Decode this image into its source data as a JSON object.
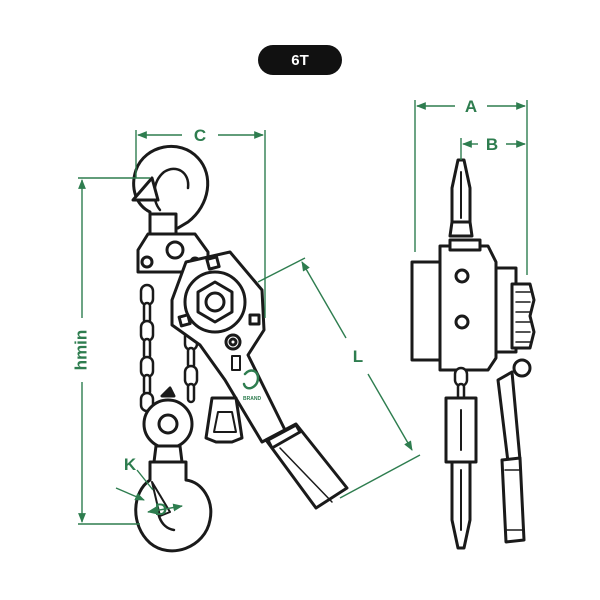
{
  "capacity_label": "6T",
  "colors": {
    "dimension": "#2e7d4f",
    "outline": "#1a1a1a",
    "badge_bg": "#111111",
    "badge_text": "#ffffff"
  },
  "dimensions": {
    "A": "A",
    "B": "B",
    "C": "C",
    "L": "L",
    "hmin": "hmin",
    "K": "K",
    "D": "D"
  },
  "logo": {
    "text": "BRAND"
  }
}
